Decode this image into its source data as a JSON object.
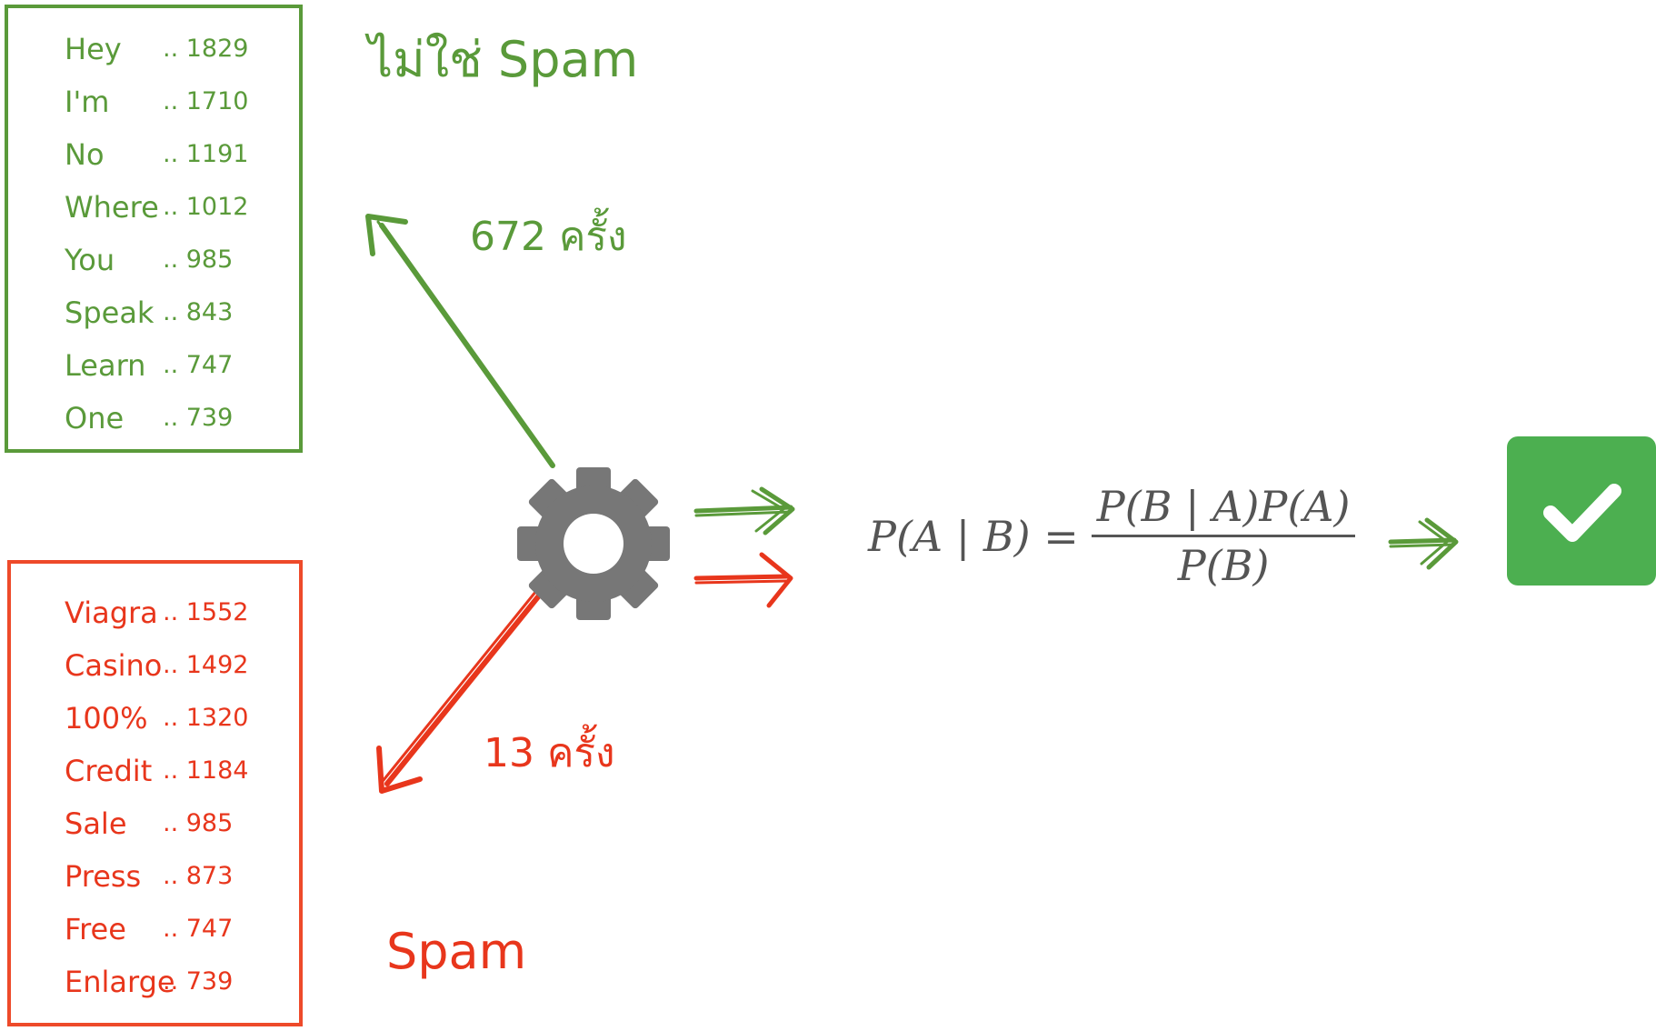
{
  "ham": {
    "heading": "ไม่ใช่ Spam",
    "count_label": "672 ครั้ง",
    "words": [
      {
        "word": "Hey",
        "count": ".. 1829"
      },
      {
        "word": "I'm",
        "count": ".. 1710"
      },
      {
        "word": "No",
        "count": ".. 1191"
      },
      {
        "word": "Where",
        "count": ".. 1012"
      },
      {
        "word": "You",
        "count": ".. 985"
      },
      {
        "word": "Speak",
        "count": ".. 843"
      },
      {
        "word": "Learn",
        "count": ".. 747"
      },
      {
        "word": "One",
        "count": ".. 739"
      }
    ]
  },
  "spam": {
    "heading": "Spam",
    "count_label": "13 ครั้ง",
    "words": [
      {
        "word": "Viagra",
        "count": ".. 1552"
      },
      {
        "word": "Casino",
        "count": ".. 1492"
      },
      {
        "word": "100%",
        "count": ".. 1320"
      },
      {
        "word": "Credit",
        "count": ".. 1184"
      },
      {
        "word": "Sale",
        "count": ".. 985"
      },
      {
        "word": "Press",
        "count": ".. 873"
      },
      {
        "word": "Free",
        "count": ".. 747"
      },
      {
        "word": "Enlarge",
        "count": ".. 739"
      }
    ]
  },
  "formula": {
    "lhs": "P(A | B) =",
    "numerator": "P(B | A)P(A)",
    "denominator": "P(B)"
  },
  "colors": {
    "green": "#5a9a3a",
    "red": "#e8361c",
    "gear": "#777777",
    "check_bg": "#4caf50"
  },
  "icons": {
    "processor": "gear-icon",
    "result": "check-icon"
  }
}
